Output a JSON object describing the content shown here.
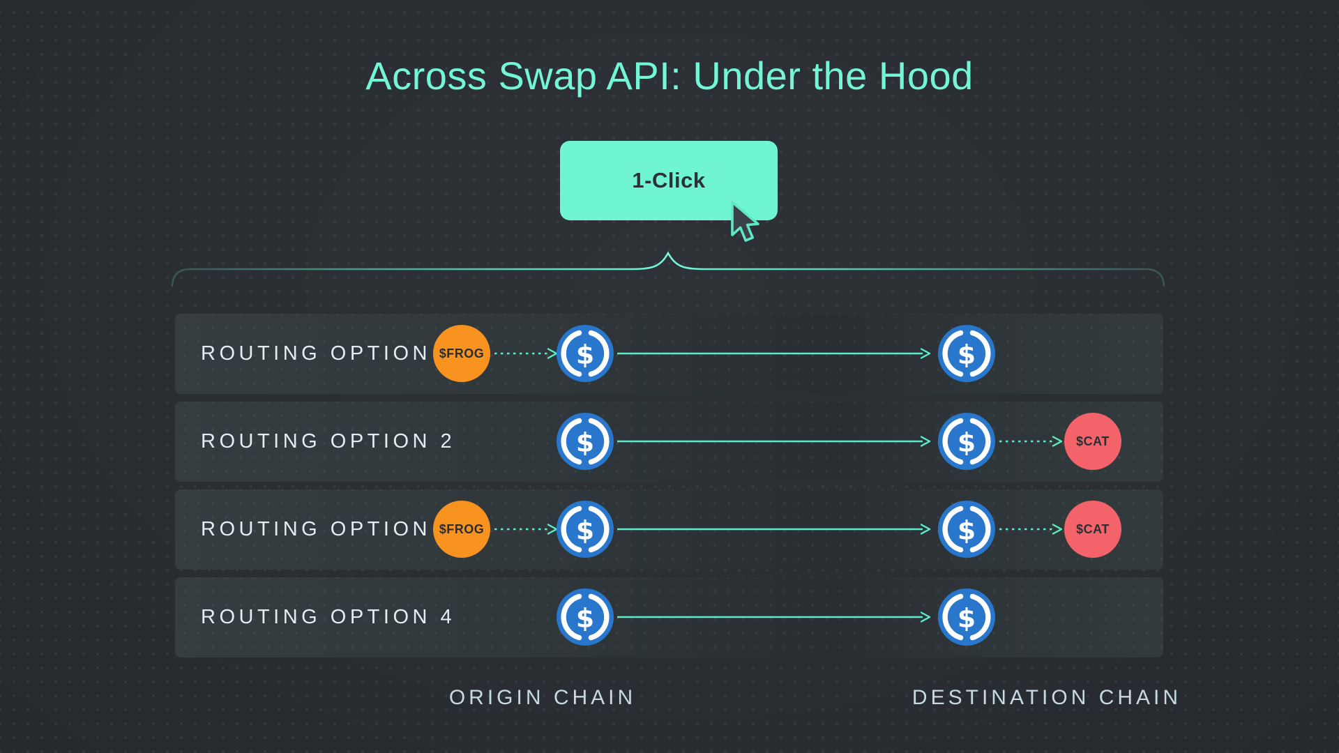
{
  "title": "Across Swap API: Under the Hood",
  "button": {
    "label": "1-Click"
  },
  "rows": [
    {
      "label": "ROUTING OPTION 1",
      "tokens_origin": [
        "$FROG",
        "USDC"
      ],
      "tokens_destination": [
        "USDC"
      ]
    },
    {
      "label": "ROUTING OPTION 2",
      "tokens_origin": [
        "USDC"
      ],
      "tokens_destination": [
        "USDC",
        "$CAT"
      ]
    },
    {
      "label": "ROUTING OPTION 3",
      "tokens_origin": [
        "$FROG",
        "USDC"
      ],
      "tokens_destination": [
        "USDC",
        "$CAT"
      ]
    },
    {
      "label": "ROUTING OPTION 4",
      "tokens_origin": [
        "USDC"
      ],
      "tokens_destination": [
        "USDC"
      ]
    }
  ],
  "tokens": {
    "frog": {
      "label": "$FROG",
      "color": "#F89320"
    },
    "cat": {
      "label": "$CAT",
      "color": "#F4636A"
    },
    "usdc": {
      "symbol": "$",
      "color": "#2877CC"
    }
  },
  "footer": {
    "origin_label": "ORIGIN CHAIN",
    "destination_label": "DESTINATION CHAIN"
  },
  "colors": {
    "background": "#2A2E32",
    "row_background": "#30373A",
    "accent_mint": "#6FF5D2",
    "arrow_mint": "#5BEEC6",
    "title_text": "#72F6D4",
    "row_label_text": "#E4EDF2",
    "footer_text": "#C7DAE4",
    "usdc_blue": "#2877CC",
    "frog_orange": "#F89320",
    "cat_red": "#F4636A"
  }
}
